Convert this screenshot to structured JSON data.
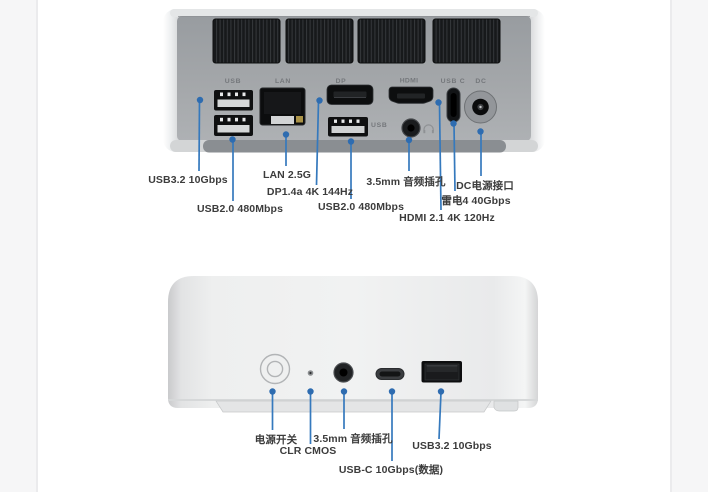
{
  "colors": {
    "callout_line": "#3579bd",
    "callout_dot": "#2e6cb0",
    "label_text": "#3c3c3c",
    "page_gutter": "#f6f6f7"
  },
  "rear_view": {
    "port_labels": {
      "usb": "USB",
      "lan": "LAN",
      "dp": "DP",
      "hdmi": "HDMI",
      "usb_lower": "USB",
      "usb_c": "USB C",
      "dc": "DC"
    },
    "annotations": [
      {
        "label": "USB3.2 10Gbps"
      },
      {
        "label": "USB2.0 480Mbps"
      },
      {
        "label": "LAN 2.5G"
      },
      {
        "label": "DP1.4a 4K 144Hz"
      },
      {
        "label": "USB2.0 480Mbps"
      },
      {
        "label": "3.5mm 音频插孔"
      },
      {
        "label": "HDMI 2.1 4K 120Hz"
      },
      {
        "label": "雷电4 40Gbps"
      },
      {
        "label": "DC电源接口"
      }
    ]
  },
  "front_view": {
    "annotations": [
      {
        "label": "电源开关"
      },
      {
        "label": "CLR CMOS"
      },
      {
        "label": "3.5mm 音频插孔"
      },
      {
        "label": "USB-C 10Gbps(数据)"
      },
      {
        "label": "USB3.2 10Gbps"
      }
    ]
  }
}
